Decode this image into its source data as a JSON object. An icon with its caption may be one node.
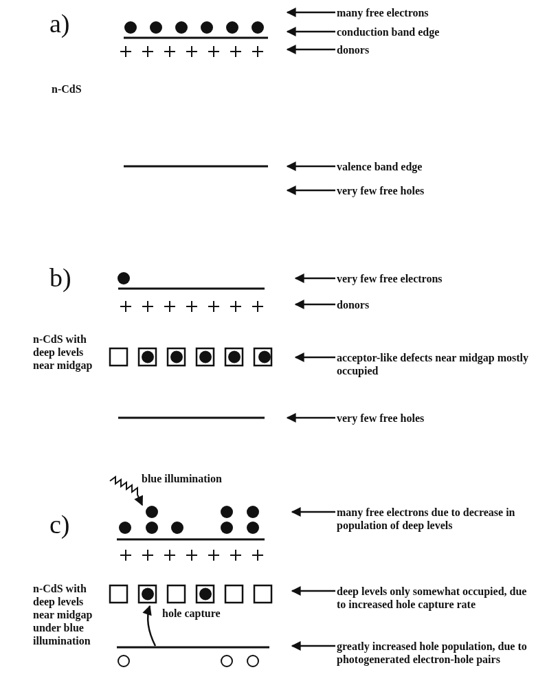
{
  "diagram": {
    "nodes": [
      {
        "text": [
          "many free electrons"
        ]
      },
      {
        "text": [
          "conduction band edge"
        ]
      },
      {
        "text": [
          "donors"
        ]
      },
      {
        "text": [
          "valence band edge"
        ]
      },
      {
        "text": [
          "very few free holes"
        ]
      },
      {
        "text": [
          "very few free electrons"
        ]
      },
      {
        "text": [
          "donors"
        ]
      },
      {
        "text": [
          "acceptor-like defects near midgap mostly occupied"
        ]
      },
      {
        "text": [
          "very few free holes"
        ]
      },
      {
        "text": [
          "many free electrons due to decrease in population of deep levels"
        ]
      },
      {
        "text": [
          "deep levels only somewhat occupied, due to increased hole capture rate"
        ]
      },
      {
        "text": [
          "greatly increased hole population, due to photogenerated electron-hole pairs"
        ]
      }
    ],
    "edges": [
      {
        "from": 0,
        "to": null,
        "arrow": "to"
      },
      {
        "from": 1,
        "to": null,
        "arrow": "to"
      },
      {
        "from": 2,
        "to": null,
        "arrow": "to"
      },
      {
        "from": 3,
        "to": null,
        "arrow": "to"
      },
      {
        "from": 4,
        "to": null,
        "arrow": "to"
      },
      {
        "from": 5,
        "to": null,
        "arrow": "to"
      },
      {
        "from": 6,
        "to": null,
        "arrow": "to"
      },
      {
        "from": 7,
        "to": null,
        "arrow": "to"
      },
      {
        "from": 8,
        "to": null,
        "arrow": "to"
      },
      {
        "from": 9,
        "to": null,
        "arrow": "to"
      },
      {
        "from": 10,
        "to": null,
        "arrow": "to"
      },
      {
        "from": 11,
        "to": null,
        "arrow": "to"
      }
    ],
    "labels": [
      "a)",
      "n-CdS",
      "b)",
      "n-CdS with deep levels near midgap",
      "blue illumination",
      "c)",
      "n-CdS with deep levels near midgap under blue illumination",
      "hole capture"
    ]
  }
}
